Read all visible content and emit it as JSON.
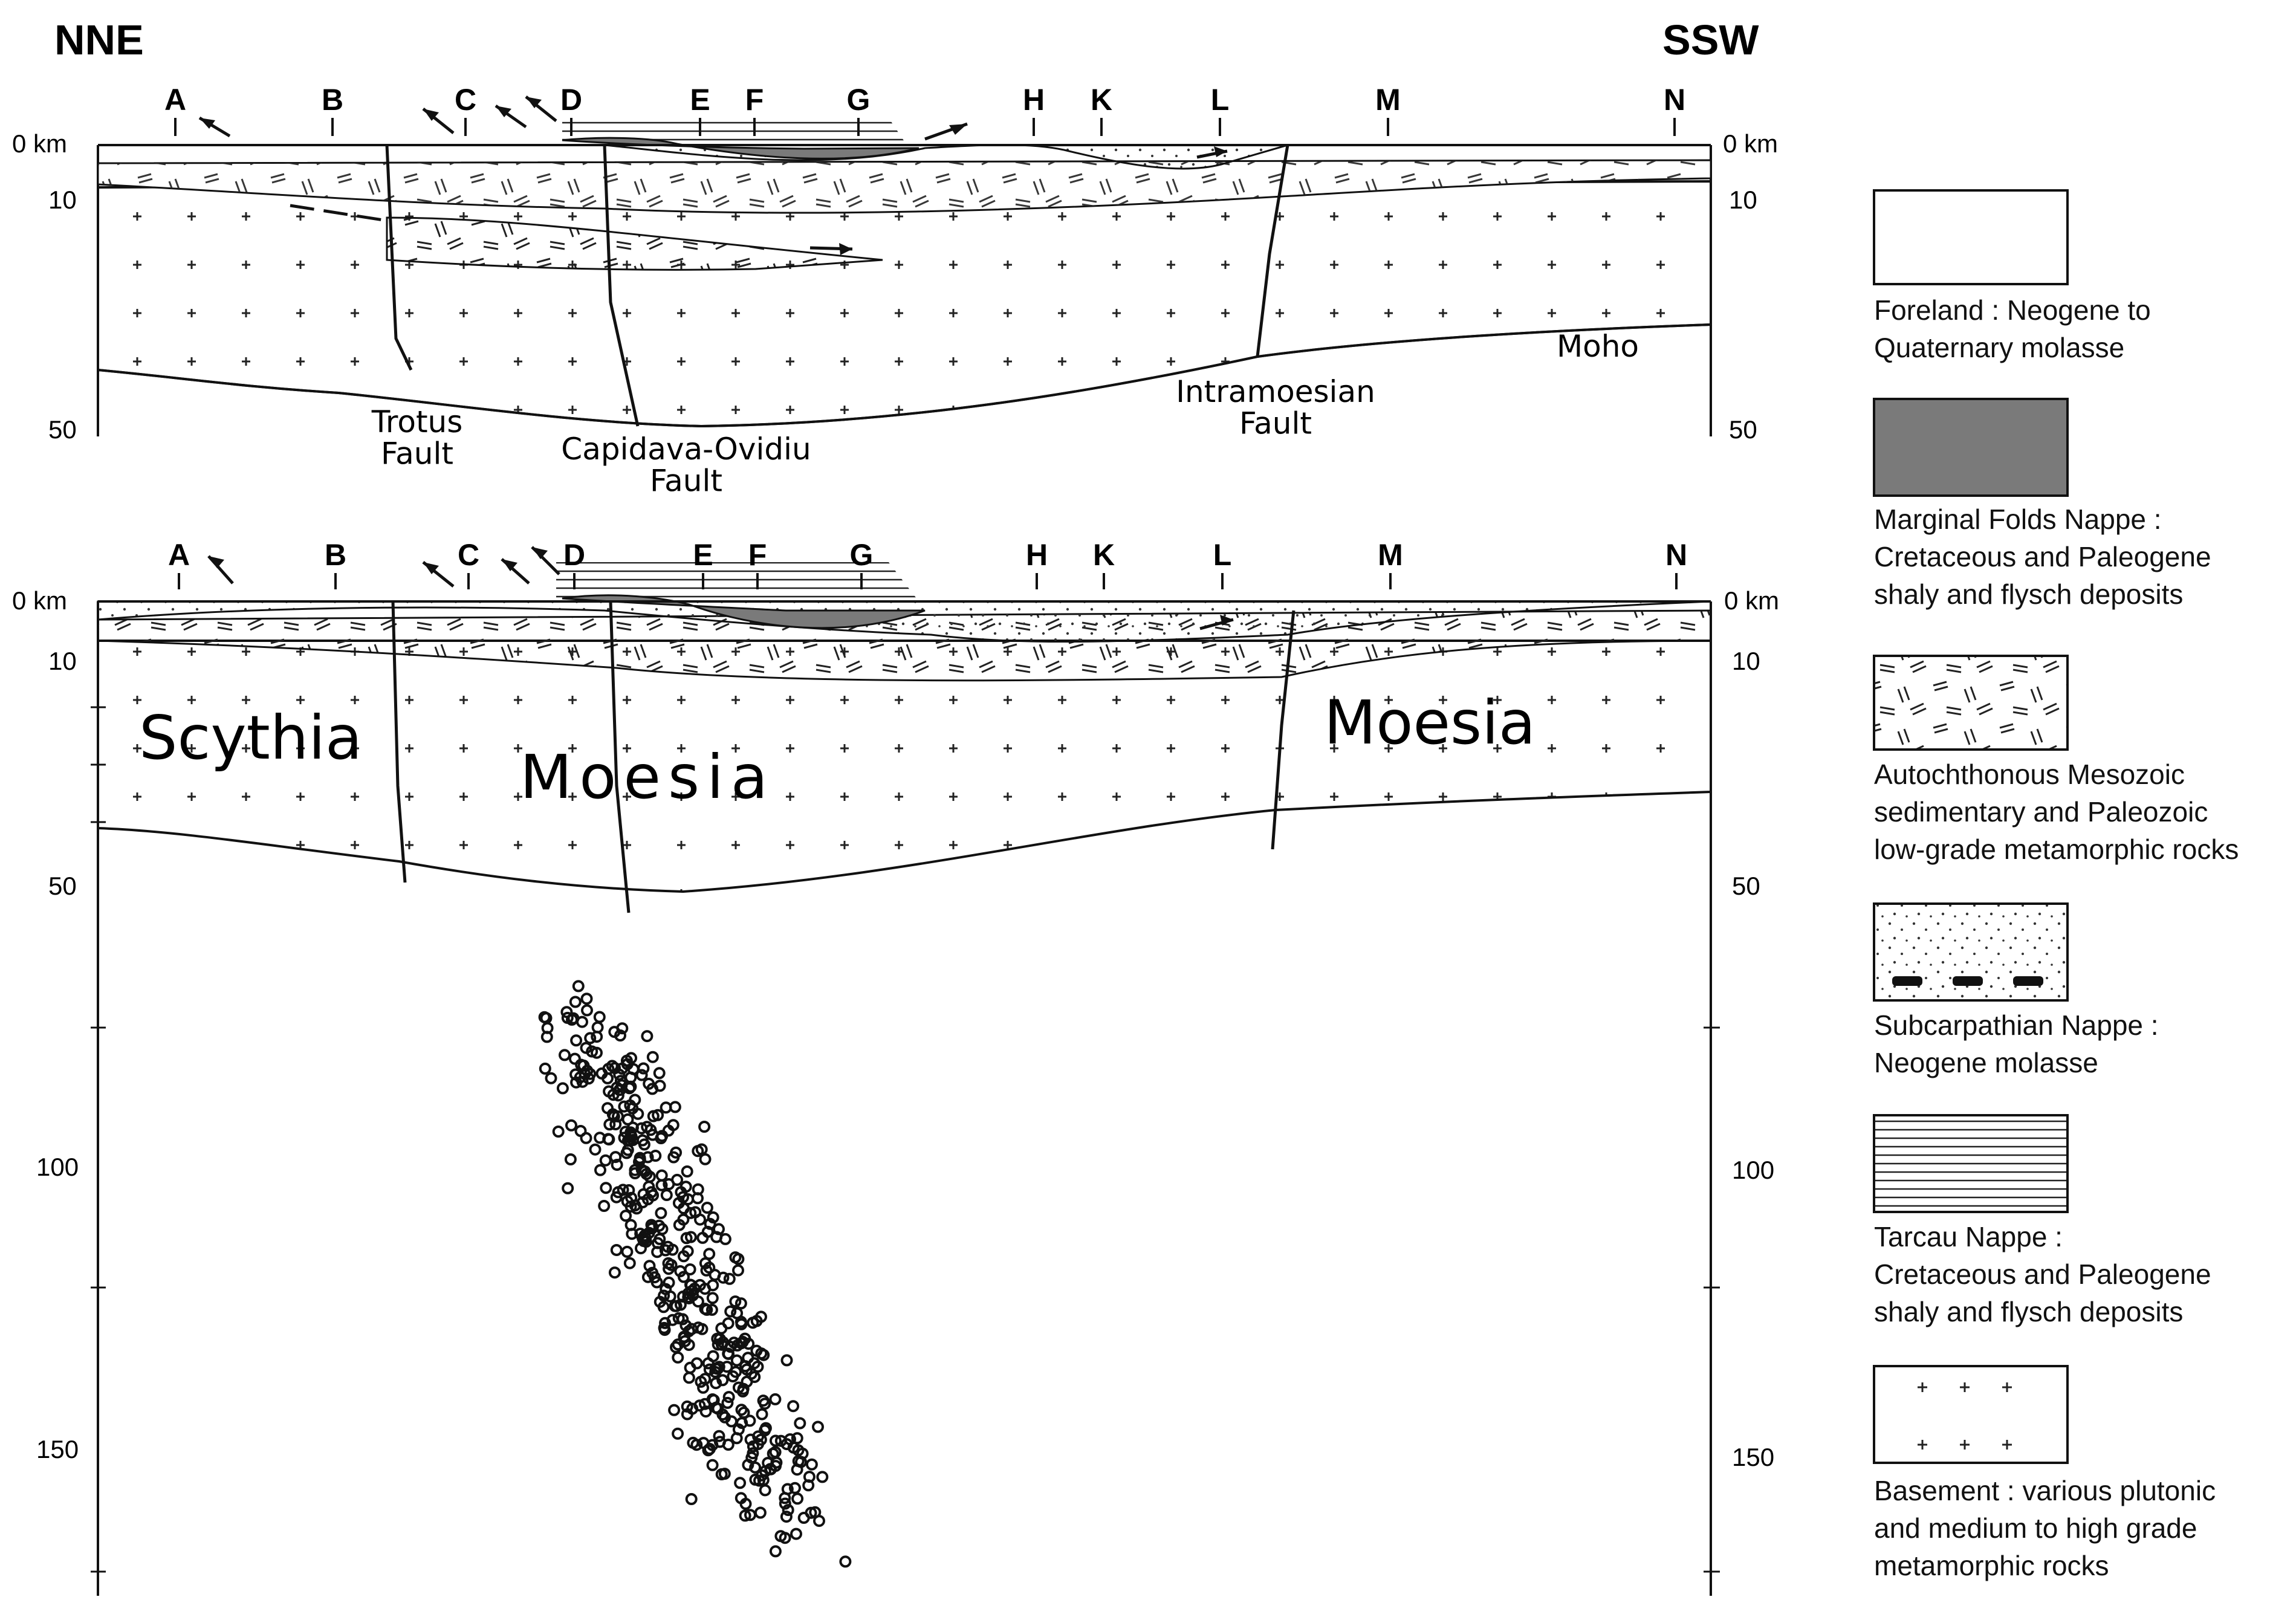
{
  "orientation": {
    "left": "NNE",
    "right": "SSW"
  },
  "profile_letters": [
    "A",
    "B",
    "C",
    "D",
    "E",
    "F",
    "G",
    "H",
    "K",
    "L",
    "M",
    "N"
  ],
  "depth_axis": {
    "unit_label": "km",
    "ticks": [
      {
        "value": 0,
        "label": "0 km"
      },
      {
        "value": 10,
        "label": "10"
      },
      {
        "value": 50,
        "label": "50"
      },
      {
        "value": 100,
        "label": "100"
      },
      {
        "value": 150,
        "label": "150"
      }
    ]
  },
  "upper_section": {
    "fault_labels": [
      "Trotus\nFault",
      "Capidava-Ovidiu\nFault",
      "Intramoesian\nFault"
    ],
    "moho_label": "Moho"
  },
  "lower_section": {
    "block_labels": [
      "Scythia",
      "Moesia",
      "Moesia"
    ],
    "hypocenter_depth_range_km": [
      65,
      170
    ]
  },
  "legend": [
    {
      "pattern": "plain",
      "text": "Foreland : Neogene to\nQuaternary molasse"
    },
    {
      "pattern": "solid-gray",
      "text": "Marginal Folds Nappe :\nCretaceous and Paleogene\nshaly and flysch deposits"
    },
    {
      "pattern": "dash-hatch",
      "text": "Autochthonous Mesozoic\nsedimentary and Paleozoic\nlow-grade metamorphic rocks"
    },
    {
      "pattern": "stipple",
      "text": "Subcarpathian Nappe :\nNeogene molasse"
    },
    {
      "pattern": "horizontal-lines",
      "text": "Tarcau Nappe :\nCretaceous and Paleogene\nshaly and flysch deposits"
    },
    {
      "pattern": "crosses",
      "text": "Basement : various plutonic\nand medium to high grade\nmetamorphic rocks"
    }
  ],
  "colors": {
    "ink": "#111111",
    "marginal_folds": "#7a7a7a"
  }
}
